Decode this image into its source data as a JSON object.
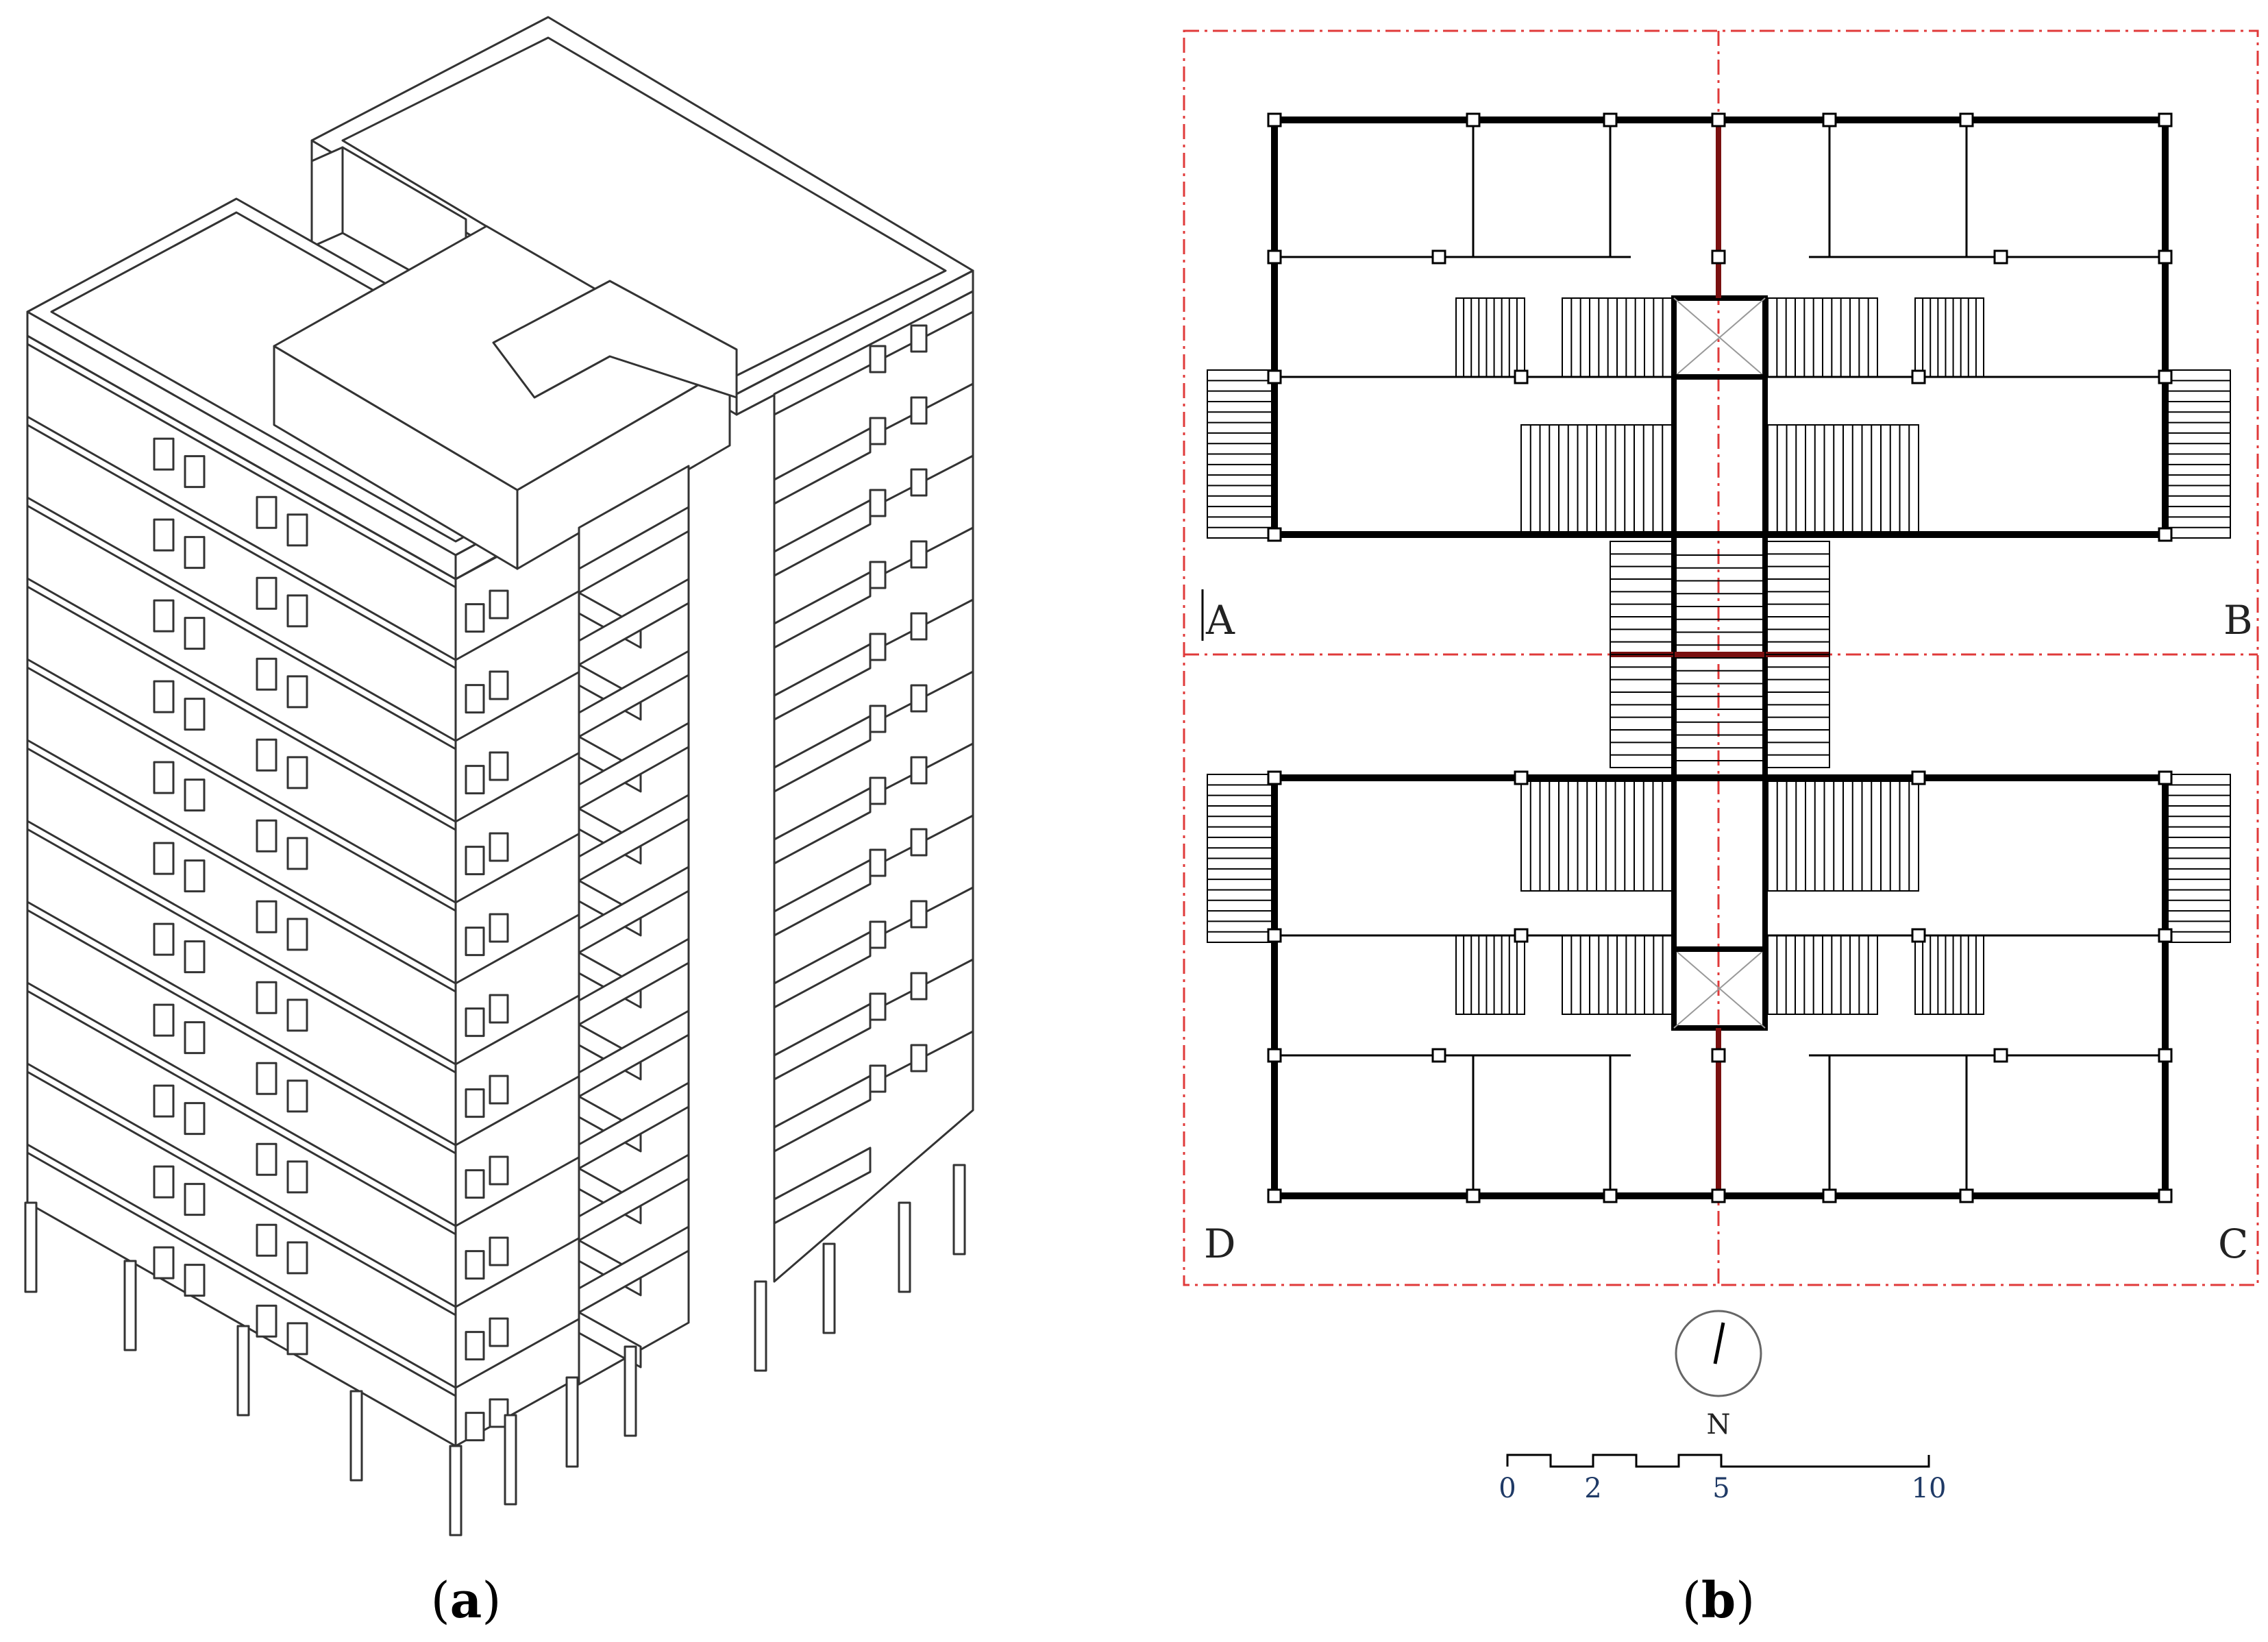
{
  "panels": [
    {
      "id": "a",
      "caption_open": "(",
      "caption_letter": "a",
      "caption_close": ")"
    },
    {
      "id": "b",
      "caption_open": "(",
      "caption_letter": "b",
      "caption_close": ")"
    }
  ],
  "plan": {
    "quadrants": [
      "A",
      "B",
      "C",
      "D"
    ],
    "north_label": "N",
    "scale_ticks": [
      "0",
      "2",
      "5",
      "10"
    ],
    "colors": {
      "grid_line": "#e03a3a",
      "wall": "#000000",
      "core_wall": "#7a1010",
      "scale_text": "#1f3a66"
    }
  },
  "axonometric": {
    "floors": 11,
    "colors": {
      "line": "#333333",
      "fill": "#ffffff"
    }
  }
}
